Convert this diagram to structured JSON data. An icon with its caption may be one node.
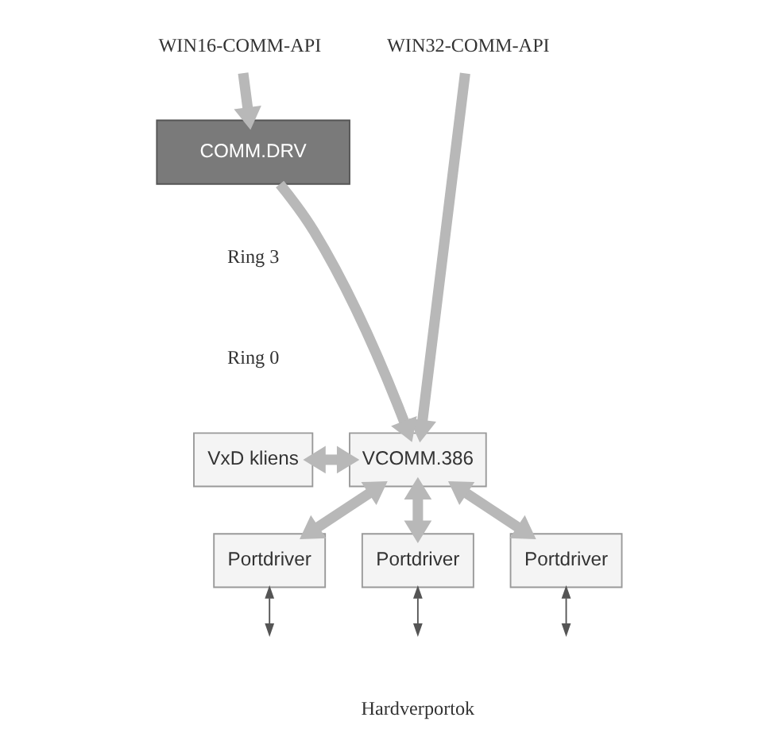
{
  "diagram": {
    "nodes": [
      {
        "text": [
          "WIN16-COMM-API"
        ]
      },
      {
        "text": [
          "WIN32-COMM-API"
        ]
      },
      {
        "text": [
          "COMM.DRV"
        ]
      },
      {
        "text": [
          "VxD kliens"
        ]
      },
      {
        "text": [
          "VCOMM.386"
        ]
      },
      {
        "text": [
          "Portdriver"
        ]
      },
      {
        "text": [
          "Portdriver"
        ]
      },
      {
        "text": [
          "Portdriver"
        ]
      }
    ],
    "edges": [
      {
        "from": 0,
        "to": 2,
        "arrow": "to"
      },
      {
        "from": 2,
        "to": 4,
        "arrow": "to"
      },
      {
        "from": 1,
        "to": 4,
        "arrow": "to"
      },
      {
        "from": 3,
        "to": 4,
        "arrow": "both"
      },
      {
        "from": 4,
        "to": 5,
        "arrow": "both"
      },
      {
        "from": 4,
        "to": 6,
        "arrow": "both"
      },
      {
        "from": 4,
        "to": 7,
        "arrow": "both"
      },
      {
        "from": 5,
        "to": null,
        "arrow": "both",
        "color": "#555555"
      },
      {
        "from": 6,
        "to": null,
        "arrow": "both",
        "color": "#555555"
      },
      {
        "from": 7,
        "to": null,
        "arrow": "both",
        "color": "#555555"
      }
    ],
    "labels": [
      "Ring 3",
      "Ring 0",
      "Hardverportok"
    ]
  }
}
